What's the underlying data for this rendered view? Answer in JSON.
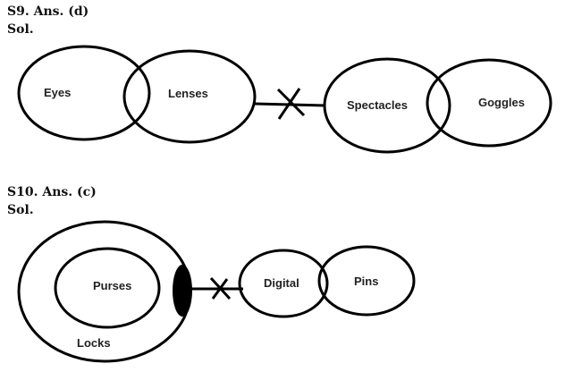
{
  "s9": {
    "answer_label": "S9. Ans. (d)",
    "sol_label": "Sol.",
    "sets": [
      "Eyes",
      "Lenses",
      "Spectacles",
      "Goggles"
    ]
  },
  "s10": {
    "answer_label": "S10. Ans. (c)",
    "sol_label": "Sol.",
    "sets": [
      "Purses",
      "Locks",
      "Digital",
      "Pins"
    ]
  },
  "colors": {
    "stroke": "#000000",
    "text": "#222222"
  }
}
